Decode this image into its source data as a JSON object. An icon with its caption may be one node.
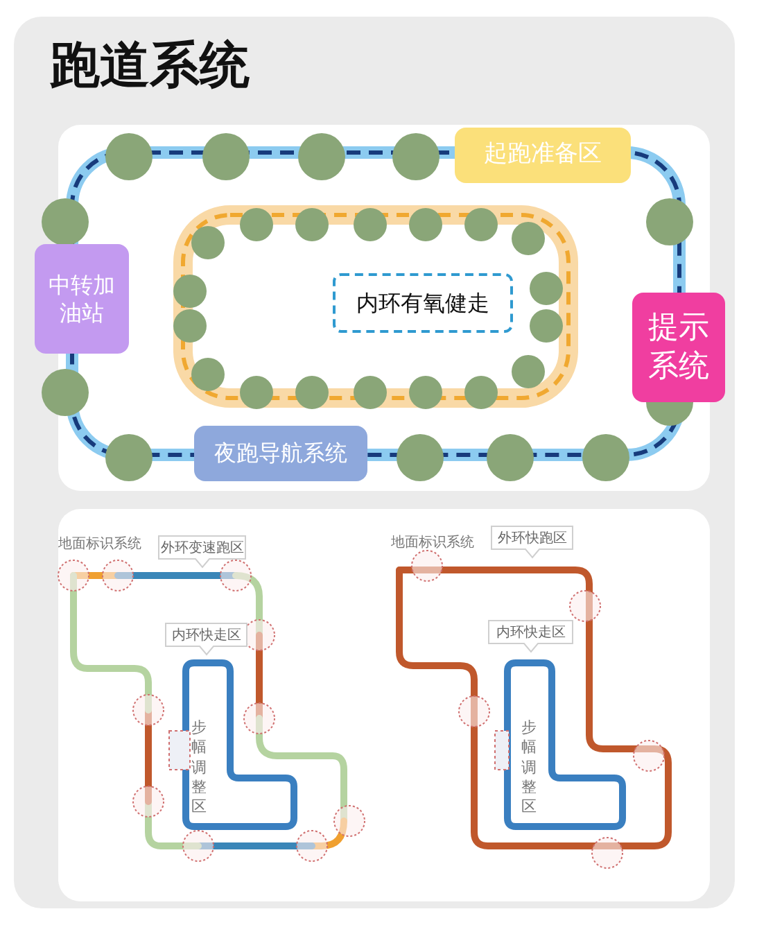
{
  "diagram": {
    "title": "跑道系统",
    "nodes": [
      {
        "text": [
          "起跑准备区"
        ]
      },
      {
        "text": [
          "中转加油站"
        ]
      },
      {
        "text": [
          "内环有氧健走"
        ]
      },
      {
        "text": [
          "提示系统"
        ]
      },
      {
        "text": [
          "夜跑导航系统"
        ]
      },
      {
        "text": [
          "外环变速跑区"
        ]
      },
      {
        "text": [
          "内环快走区"
        ]
      },
      {
        "text": [
          "外环快跑区"
        ]
      },
      {
        "text": [
          "内环快走区"
        ]
      }
    ],
    "labels": [
      "地面标识系统",
      "步幅调整区",
      "地面标识系统",
      "步幅调整区"
    ]
  }
}
